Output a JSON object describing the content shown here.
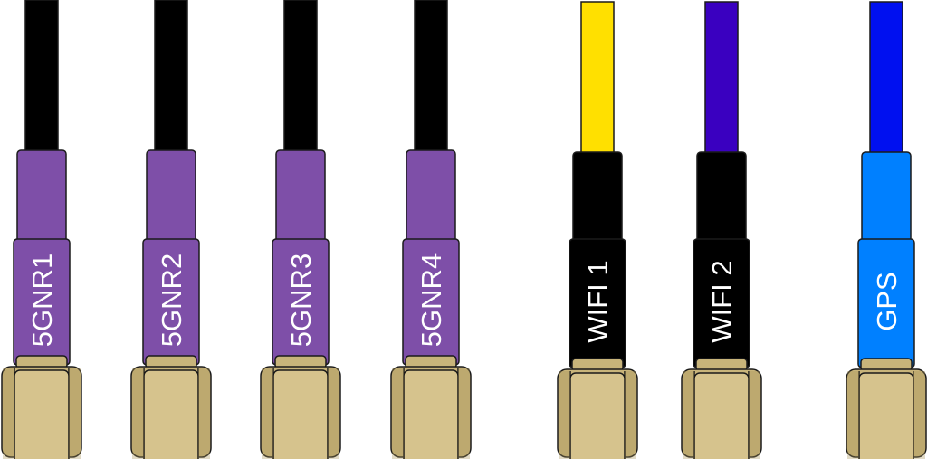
{
  "colors": {
    "outline": "#1a1a1a",
    "brass": "#c8b47a",
    "brass_light": "#d6c38d",
    "brass_shadow": "#a8945c",
    "label_text": "#ffffff"
  },
  "cables": [
    {
      "id": "5gnr1",
      "label": "5GNR1",
      "cable_color": "#000000",
      "boot_color": "#7e4fa8",
      "sleeve_color": "#7e4fa8"
    },
    {
      "id": "5gnr2",
      "label": "5GNR2",
      "cable_color": "#000000",
      "boot_color": "#7e4fa8",
      "sleeve_color": "#7e4fa8"
    },
    {
      "id": "5gnr3",
      "label": "5GNR3",
      "cable_color": "#000000",
      "boot_color": "#7e4fa8",
      "sleeve_color": "#7e4fa8"
    },
    {
      "id": "5gnr4",
      "label": "5GNR4",
      "cable_color": "#000000",
      "boot_color": "#7e4fa8",
      "sleeve_color": "#7e4fa8"
    },
    {
      "id": "wifi1",
      "label": "WIFI 1",
      "cable_color": "#ffe000",
      "boot_color": "#000000",
      "sleeve_color": "#000000"
    },
    {
      "id": "wifi2",
      "label": "WIFI 2",
      "cable_color": "#3a00c0",
      "boot_color": "#000000",
      "sleeve_color": "#000000"
    },
    {
      "id": "gps",
      "label": "GPS",
      "cable_color": "#0010f0",
      "boot_color": "#0080ff",
      "sleeve_color": "#0080ff"
    }
  ]
}
